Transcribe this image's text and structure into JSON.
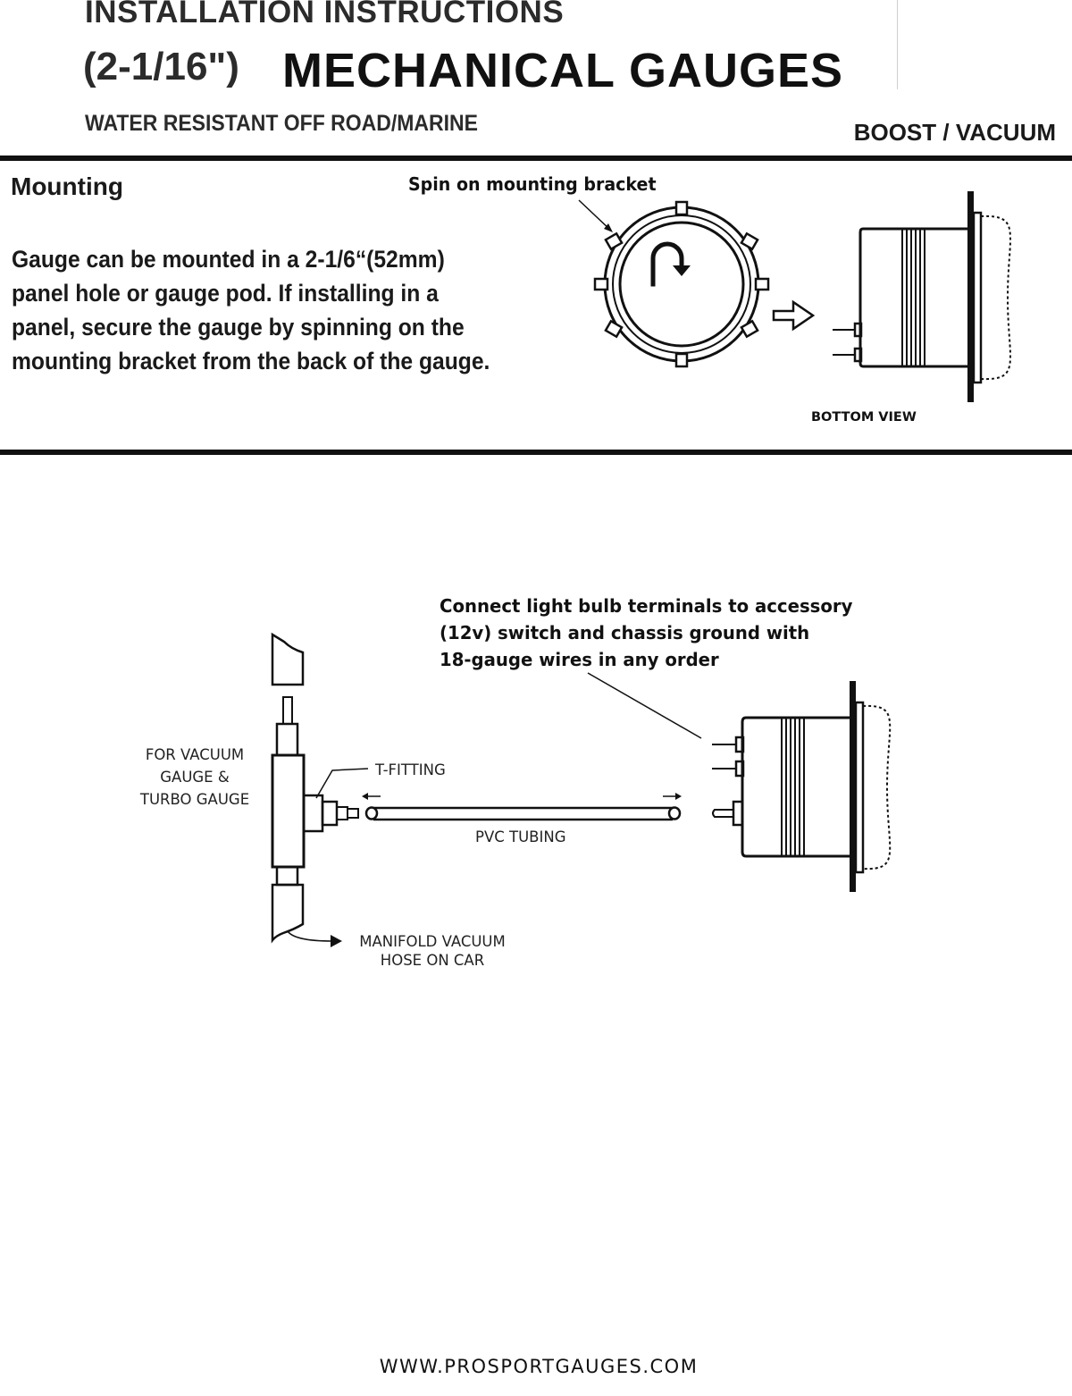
{
  "header": {
    "title_line1": "INSTALLATION INSTRUCTIONS",
    "size": "(2-1/16\")",
    "gauge_kind": "MECHANICAL GAUGES",
    "subtitle": "WATER RESISTANT OFF ROAD/MARINE",
    "gauge_type": "BOOST / VACUUM"
  },
  "mounting": {
    "heading": "Mounting",
    "body_lines": [
      "Gauge can be mounted in a 2-1/6“(52mm)",
      "panel hole or gauge pod. If installing in a",
      "panel, secure the gauge by spinning on the",
      "mounting bracket from the back of the gauge."
    ],
    "bracket_caption": "Spin on mounting bracket",
    "view_label": "BOTTOM VIEW"
  },
  "wiring": {
    "note_lines": [
      "Connect light bulb terminals to accessory",
      "(12v) switch and chassis ground with",
      "18-gauge wires in any order"
    ],
    "labels": {
      "for_vacuum": [
        "FOR VACUUM",
        "GAUGE &",
        "TURBO GAUGE"
      ],
      "t_fitting": "T-FITTING",
      "pvc_tubing": "PVC TUBING",
      "manifold": [
        "MANIFOLD VACUUM",
        "HOSE ON CAR"
      ]
    }
  },
  "footer": {
    "website": "WWW.PROSPORTGAUGES.COM"
  }
}
